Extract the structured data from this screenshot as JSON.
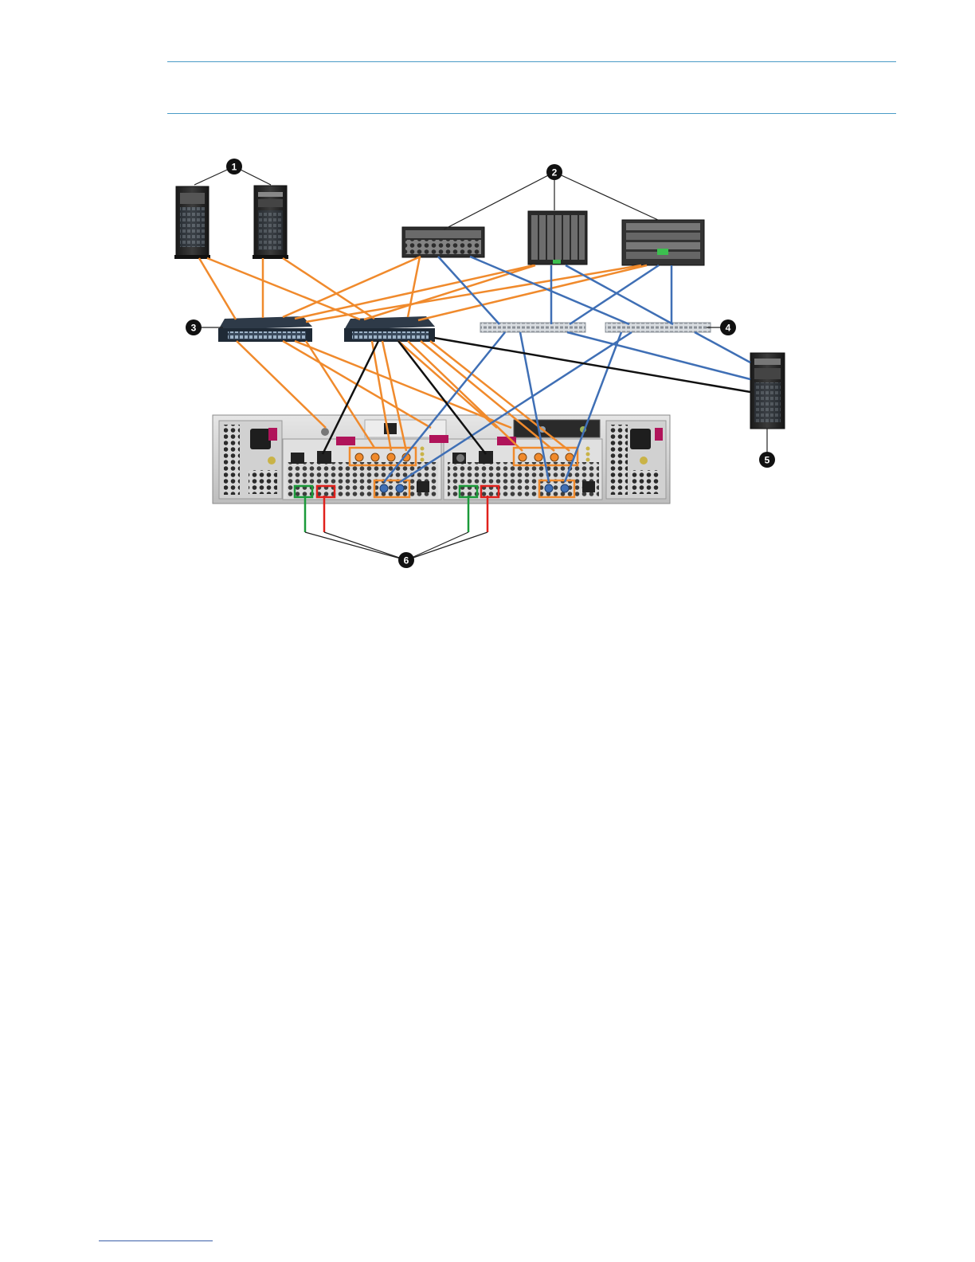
{
  "diagram": {
    "callouts": [
      {
        "id": "1",
        "label": "1"
      },
      {
        "id": "2",
        "label": "2"
      },
      {
        "id": "3",
        "label": "3"
      },
      {
        "id": "4",
        "label": "4"
      },
      {
        "id": "5",
        "label": "5"
      },
      {
        "id": "6",
        "label": "6"
      }
    ],
    "cable_colors": {
      "ethernet": "#f08a2c",
      "fibre_channel": "#3f6fb5",
      "management": "#111111",
      "green": "#1b9a3a",
      "red": "#e0211c"
    }
  }
}
